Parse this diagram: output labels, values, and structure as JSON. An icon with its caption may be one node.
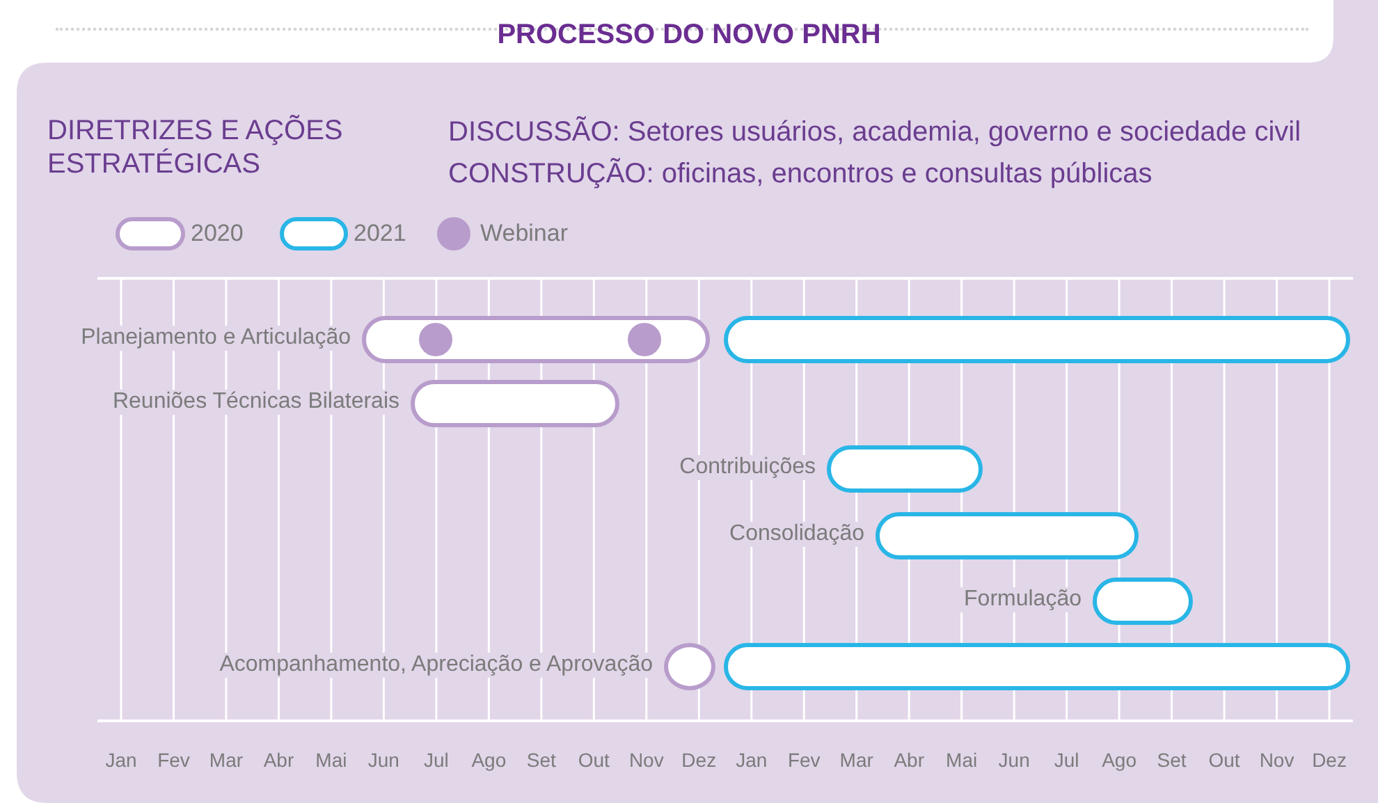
{
  "diagram": {
    "title": "PROCESSO DO NOVO PNRH",
    "nodes": [
      {
        "text": [],
        "shape": "bar",
        "beside": [
          "Planejamento e Articulação"
        ]
      },
      {
        "text": [],
        "shape": "circle",
        "in": 0
      },
      {
        "text": [],
        "shape": "circle",
        "in": 0
      },
      {
        "text": [],
        "shape": "bar"
      },
      {
        "text": [],
        "shape": "bar",
        "beside": [
          "Reuniões Técnicas Bilaterais"
        ]
      },
      {
        "text": [],
        "shape": "bar",
        "beside": [
          "Contribuições"
        ]
      },
      {
        "text": [],
        "shape": "bar",
        "beside": [
          "Consolidação"
        ]
      },
      {
        "text": [],
        "shape": "bar",
        "beside": [
          "Formulação"
        ]
      },
      {
        "text": [],
        "shape": "circle",
        "beside": [
          "Acompanhamento, Apreciação e Aprovação"
        ]
      },
      {
        "text": [],
        "shape": "bar"
      }
    ],
    "labels": [
      "DIRETRIZES E AÇÕES ESTRATÉGICAS",
      "DISCUSSÃO: Setores usuários, academia, governo e sociedade civil",
      "CONSTRUÇÃO: oficinas, encontros e consultas públicas",
      "Jan",
      "Fev",
      "Mar",
      "Abr",
      "Mai",
      "Jun",
      "Jul",
      "Ago",
      "Set",
      "Out",
      "Nov",
      "Dez",
      "Jan",
      "Fev",
      "Mar",
      "Abr",
      "Mai",
      "Jun",
      "Jul",
      "Ago",
      "Set",
      "Out",
      "Nov",
      "Dez"
    ],
    "legend": [
      {
        "text": "2020"
      },
      {
        "text": "2021"
      },
      {
        "text": "Webinar",
        "color": "#b89ccb"
      }
    ]
  }
}
